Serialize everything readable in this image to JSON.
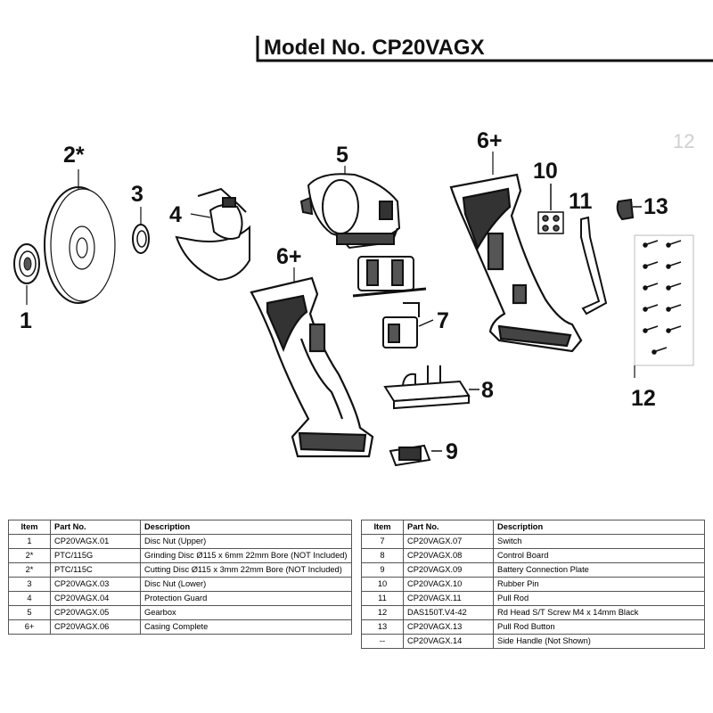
{
  "title": {
    "model": "Model No. CP20VAGX",
    "ghost_label": "12"
  },
  "callouts": [
    "1",
    "2*",
    "3",
    "4",
    "5",
    "6+",
    "6+",
    "7",
    "8",
    "9",
    "10",
    "11",
    "12",
    "13"
  ],
  "table_headers": {
    "item": "Item",
    "part_no": "Part No.",
    "description": "Description"
  },
  "parts_left": [
    {
      "item": "1",
      "part_no": "CP20VAGX.01",
      "description": "Disc Nut (Upper)"
    },
    {
      "item": "2*",
      "part_no": "PTC/115G",
      "description": "Grinding Disc Ø115 x 6mm 22mm Bore (NOT Included)"
    },
    {
      "item": "2*",
      "part_no": "PTC/115C",
      "description": "Cutting Disc Ø115 x 3mm 22mm Bore (NOT Included)"
    },
    {
      "item": "3",
      "part_no": "CP20VAGX.03",
      "description": "Disc Nut (Lower)"
    },
    {
      "item": "4",
      "part_no": "CP20VAGX.04",
      "description": "Protection Guard"
    },
    {
      "item": "5",
      "part_no": "CP20VAGX.05",
      "description": "Gearbox"
    },
    {
      "item": "6+",
      "part_no": "CP20VAGX.06",
      "description": "Casing Complete"
    }
  ],
  "parts_right": [
    {
      "item": "7",
      "part_no": "CP20VAGX.07",
      "description": "Switch"
    },
    {
      "item": "8",
      "part_no": "CP20VAGX.08",
      "description": "Control Board"
    },
    {
      "item": "9",
      "part_no": "CP20VAGX.09",
      "description": "Battery Connection Plate"
    },
    {
      "item": "10",
      "part_no": "CP20VAGX.10",
      "description": "Rubber Pin"
    },
    {
      "item": "11",
      "part_no": "CP20VAGX.11",
      "description": "Pull Rod"
    },
    {
      "item": "12",
      "part_no": "DAS150T.V4-42",
      "description": "Rd Head S/T Screw M4 x 14mm Black"
    },
    {
      "item": "13",
      "part_no": "CP20VAGX.13",
      "description": "Pull Rod Button"
    },
    {
      "item": "--",
      "part_no": "CP20VAGX.14",
      "description": "Side Handle (Not Shown)"
    }
  ]
}
